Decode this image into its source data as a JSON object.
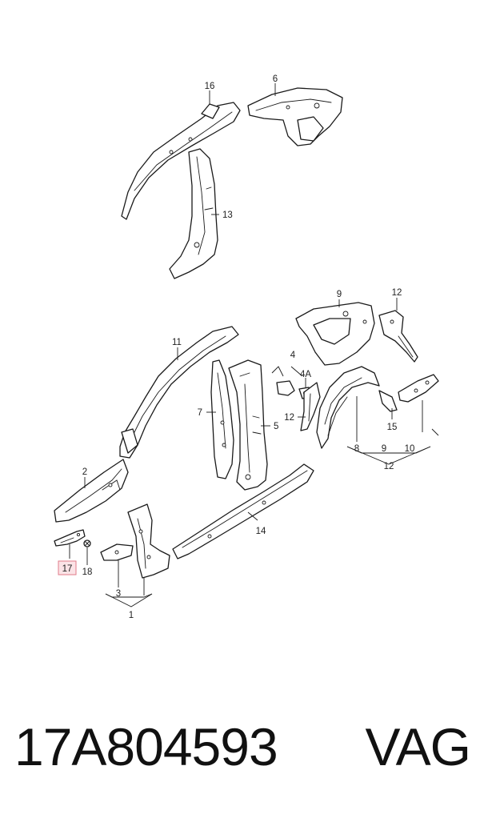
{
  "diagram": {
    "callouts": {
      "c1": "1",
      "c2": "2",
      "c3": "3",
      "c4": "4",
      "c4a": "4A",
      "c5": "5",
      "c6": "6",
      "c7": "7",
      "c8": "8",
      "c9_top": "9",
      "c9_bottom": "9",
      "c10": "10",
      "c11": "11",
      "c12_top": "12",
      "c12_mid": "12",
      "c12_bottom": "12",
      "c13": "13",
      "c14": "14",
      "c15": "15",
      "c16": "16",
      "c17": "17",
      "c18": "18"
    },
    "highlighted_callout": "17",
    "highlight_color": "#e07b8a"
  },
  "caption": {
    "part_number": "17A804593",
    "brand": "VAG"
  }
}
